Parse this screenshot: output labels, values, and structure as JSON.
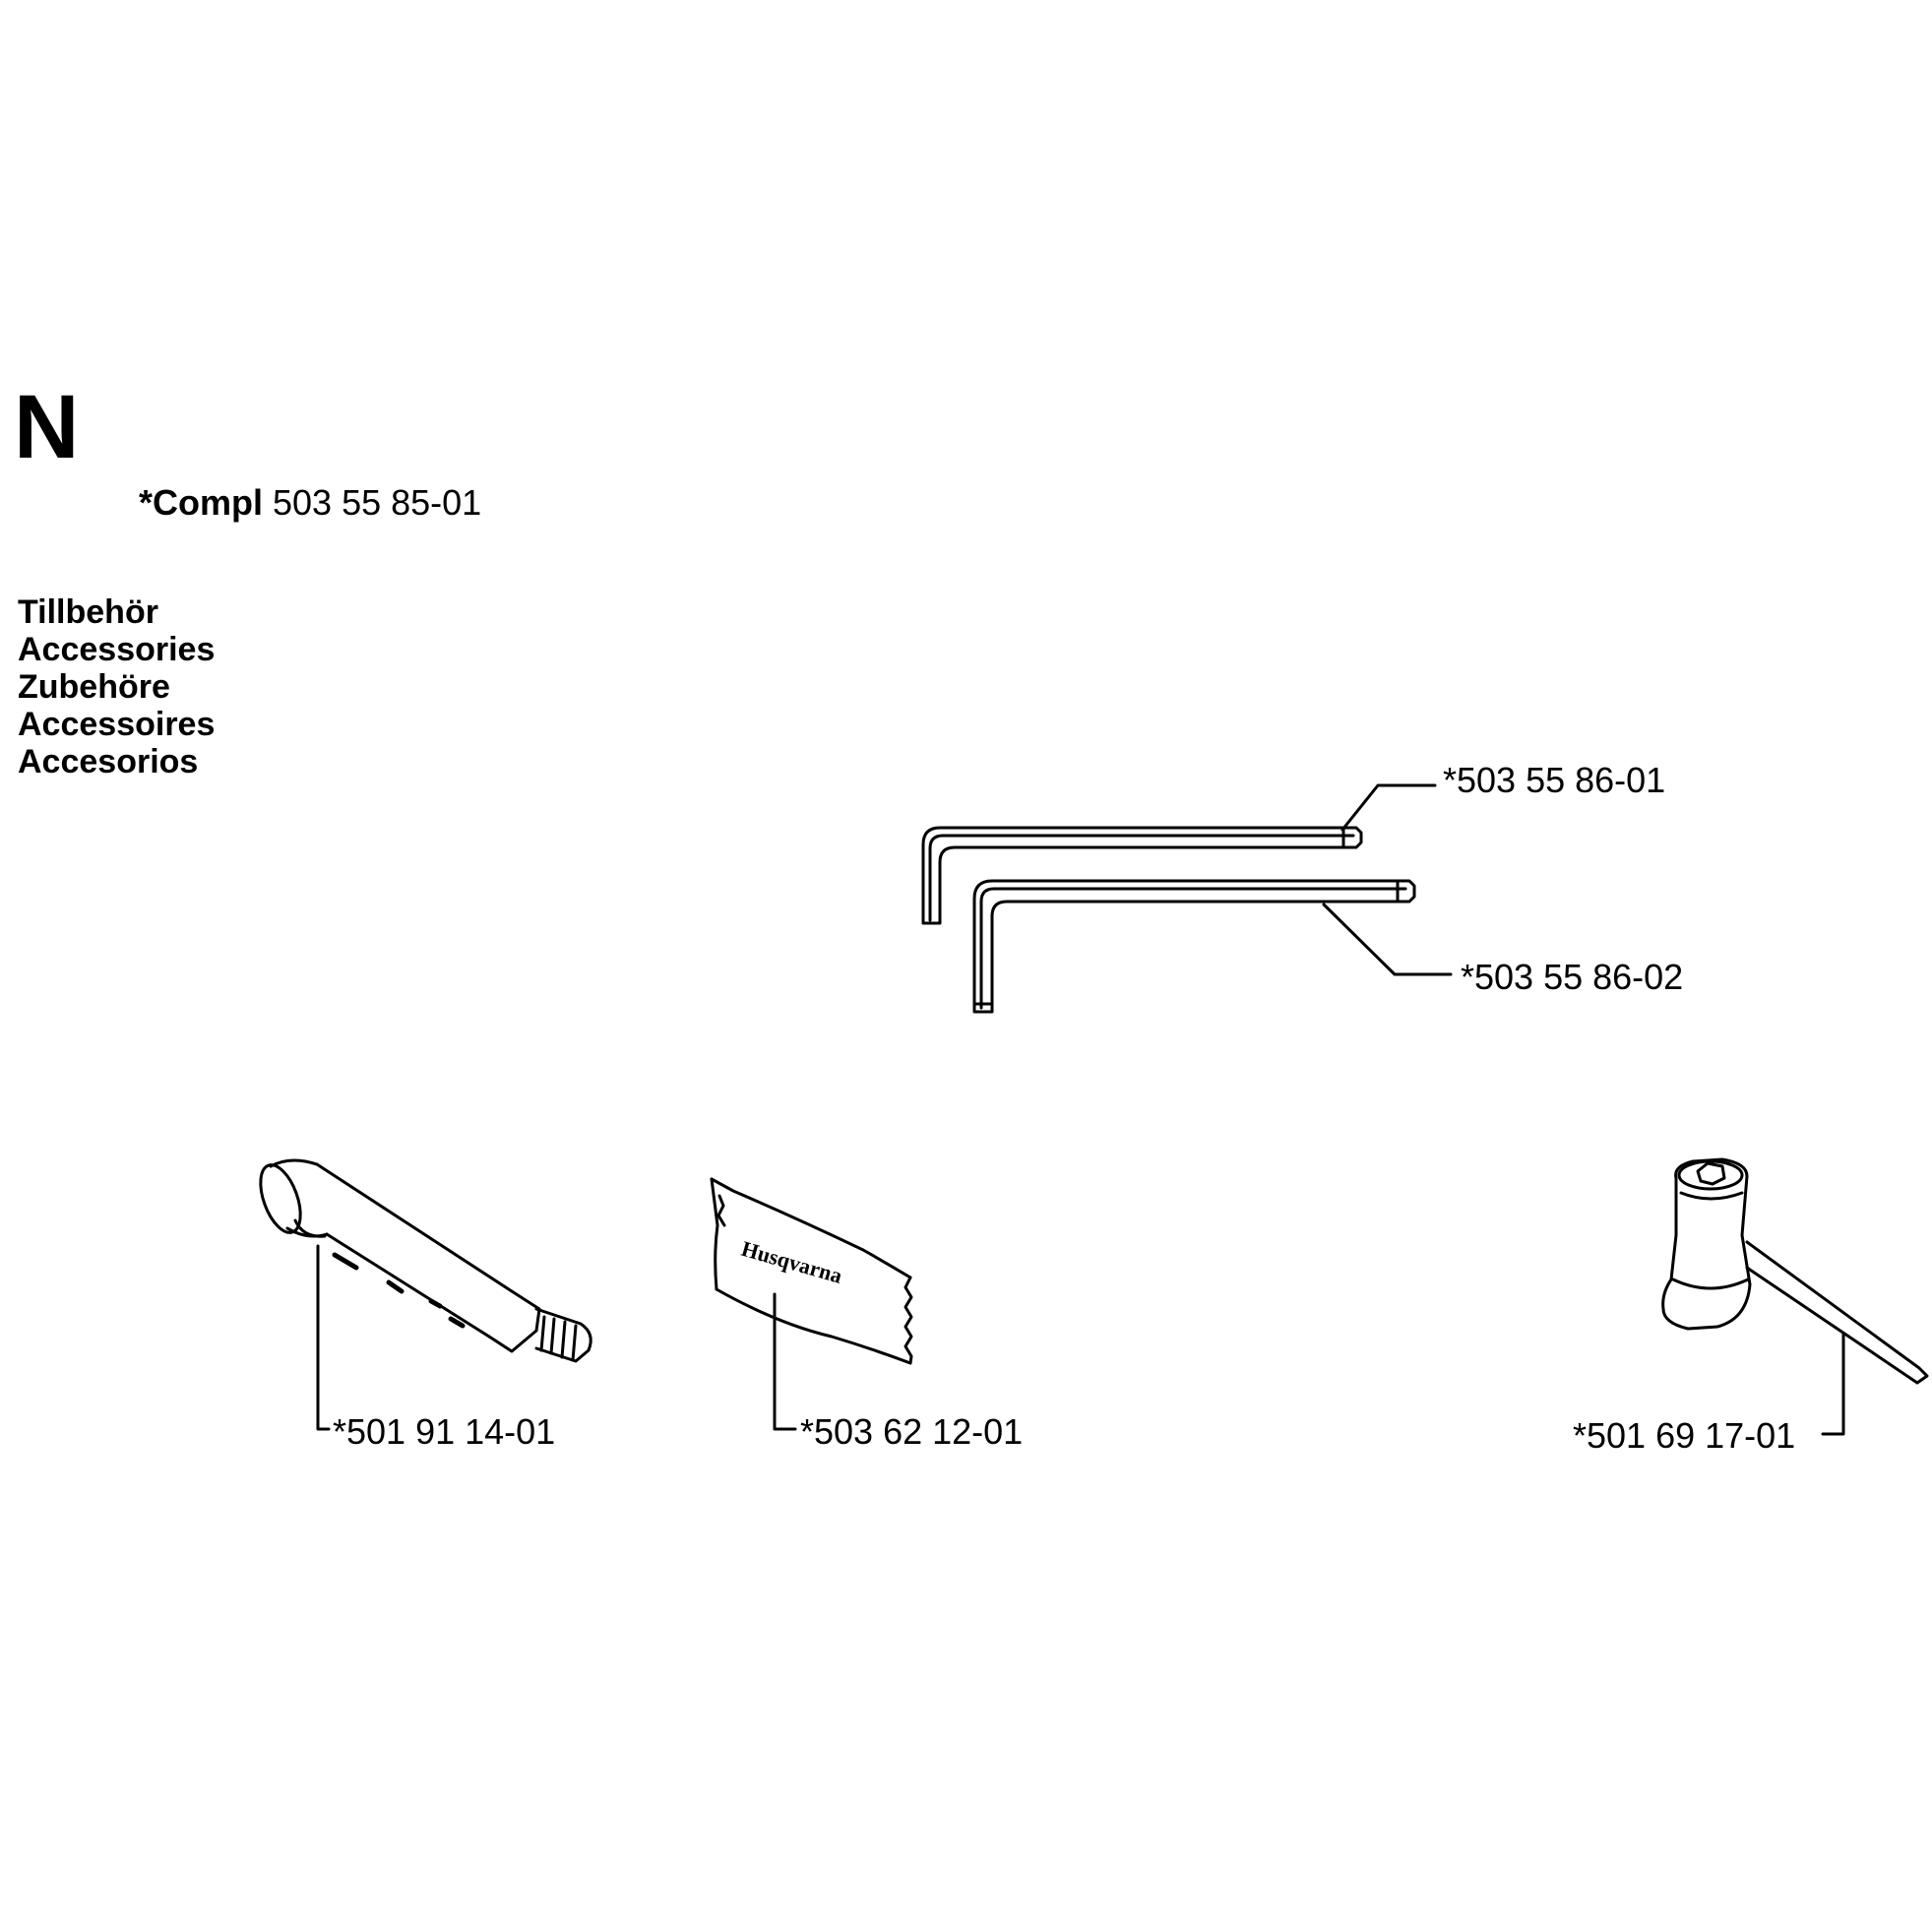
{
  "section": {
    "letter": "N",
    "compl_label": "*Compl",
    "compl_number": "503 55 85-01",
    "titles": [
      "Tillbehör",
      "Accessories",
      "Zubehöre",
      "Accessoires",
      "Accesorios"
    ]
  },
  "parts": [
    {
      "number": "*503 55 86-01",
      "item": "hex-key-large"
    },
    {
      "number": "*503 55 86-02",
      "item": "hex-key-small"
    },
    {
      "number": "*501 91 14-01",
      "item": "grease-tube"
    },
    {
      "number": "*503 62 12-01",
      "item": "bag"
    },
    {
      "number": "*501 69 17-01",
      "item": "combination-spanner"
    }
  ],
  "logo_text": "Husqvarna"
}
